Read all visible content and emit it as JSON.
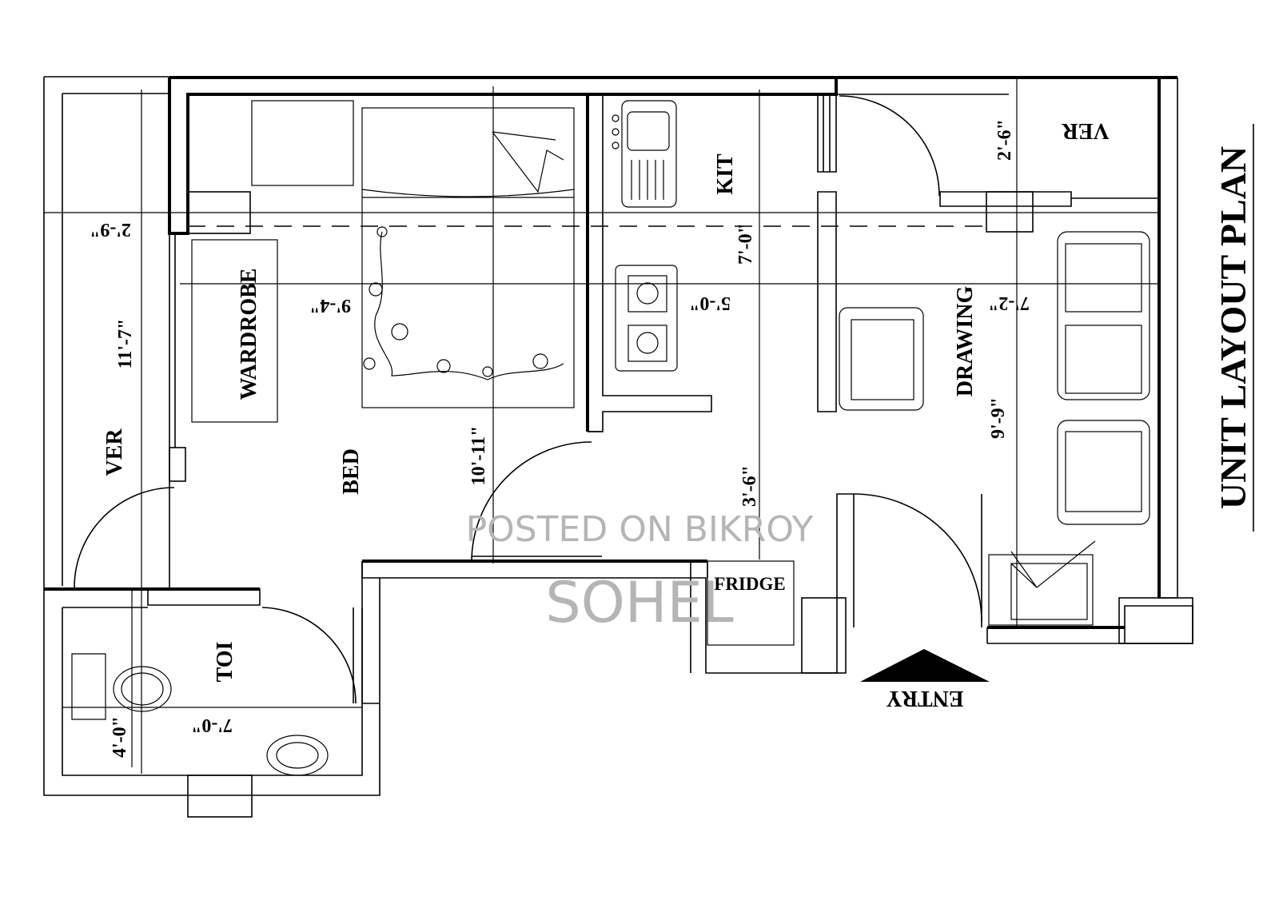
{
  "title": "UNIT LAYOUT PLAN",
  "rooms": {
    "ver_left": "VER",
    "ver_right": "VER",
    "bed": "BED",
    "wardrobe": "WARDROBE",
    "kitchen": "KIT",
    "drawing": "DRAWING",
    "toilet": "TOI",
    "fridge": "FRIDGE",
    "entry": "ENTRY"
  },
  "dimensions": {
    "ver_left_width": "2'-9\"",
    "ver_left_length": "11'-7\"",
    "bed_width": "9'-4\"",
    "bed_length": "10'-11\"",
    "kitchen_depth": "7'-0\"",
    "kitchen_width": "5'-0\"",
    "passage": "3'-6\"",
    "ver_right_depth": "2'-6\"",
    "drawing_width": "7'-2\"",
    "drawing_length": "9'-9\"",
    "toilet_width": "7'-0\"",
    "toilet_depth": "4'-0\""
  },
  "watermark": {
    "line1": "POSTED ON BIKROY",
    "line2": "SOHEL"
  }
}
